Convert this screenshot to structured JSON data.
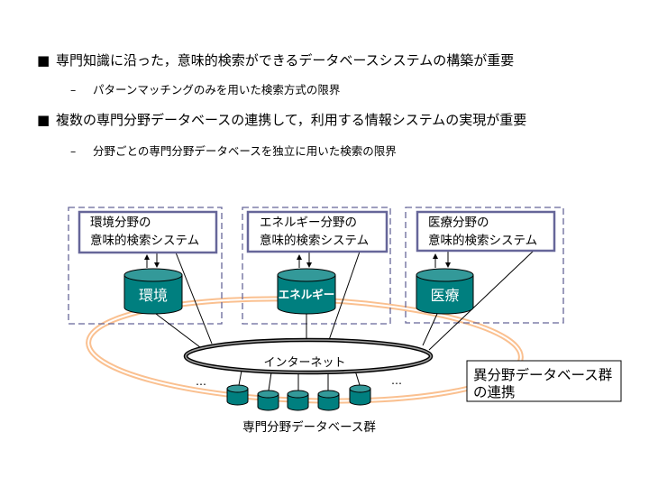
{
  "bullets": {
    "main_marker": "■",
    "sub_marker": "–",
    "items": [
      {
        "text": "専門知識に沿った，意味的検索ができるデータベースシステムの構築が重要",
        "sub": "パターンマッチングのみを用いた検索方式の限界"
      },
      {
        "text": "複数の専門分野データベースの連携して，利用する情報システムの実現が重要",
        "sub": "分野ごとの専門分野データベースを独立に用いた検索の限界"
      }
    ]
  },
  "diagram": {
    "systems": [
      {
        "title_line1": "環境分野の",
        "title_line2": "意味的検索システム",
        "db_label": "環境"
      },
      {
        "title_line1": "エネルギー分野の",
        "title_line2": "意味的検索システム",
        "db_label": "エネルギー"
      },
      {
        "title_line1": "医療分野の",
        "title_line2": "意味的検索システム",
        "db_label": "医療"
      }
    ],
    "internet_label": "インターネット",
    "ellipsis_left": "…",
    "ellipsis_right": "…",
    "db_group_label": "専門分野データベース群",
    "callout": {
      "line1": "異分野データベース群",
      "line2": "の連携"
    },
    "colors": {
      "db_body": "#007F7F",
      "db_top": "#339999",
      "ring": "#FAC090",
      "frame": "#666699"
    }
  }
}
